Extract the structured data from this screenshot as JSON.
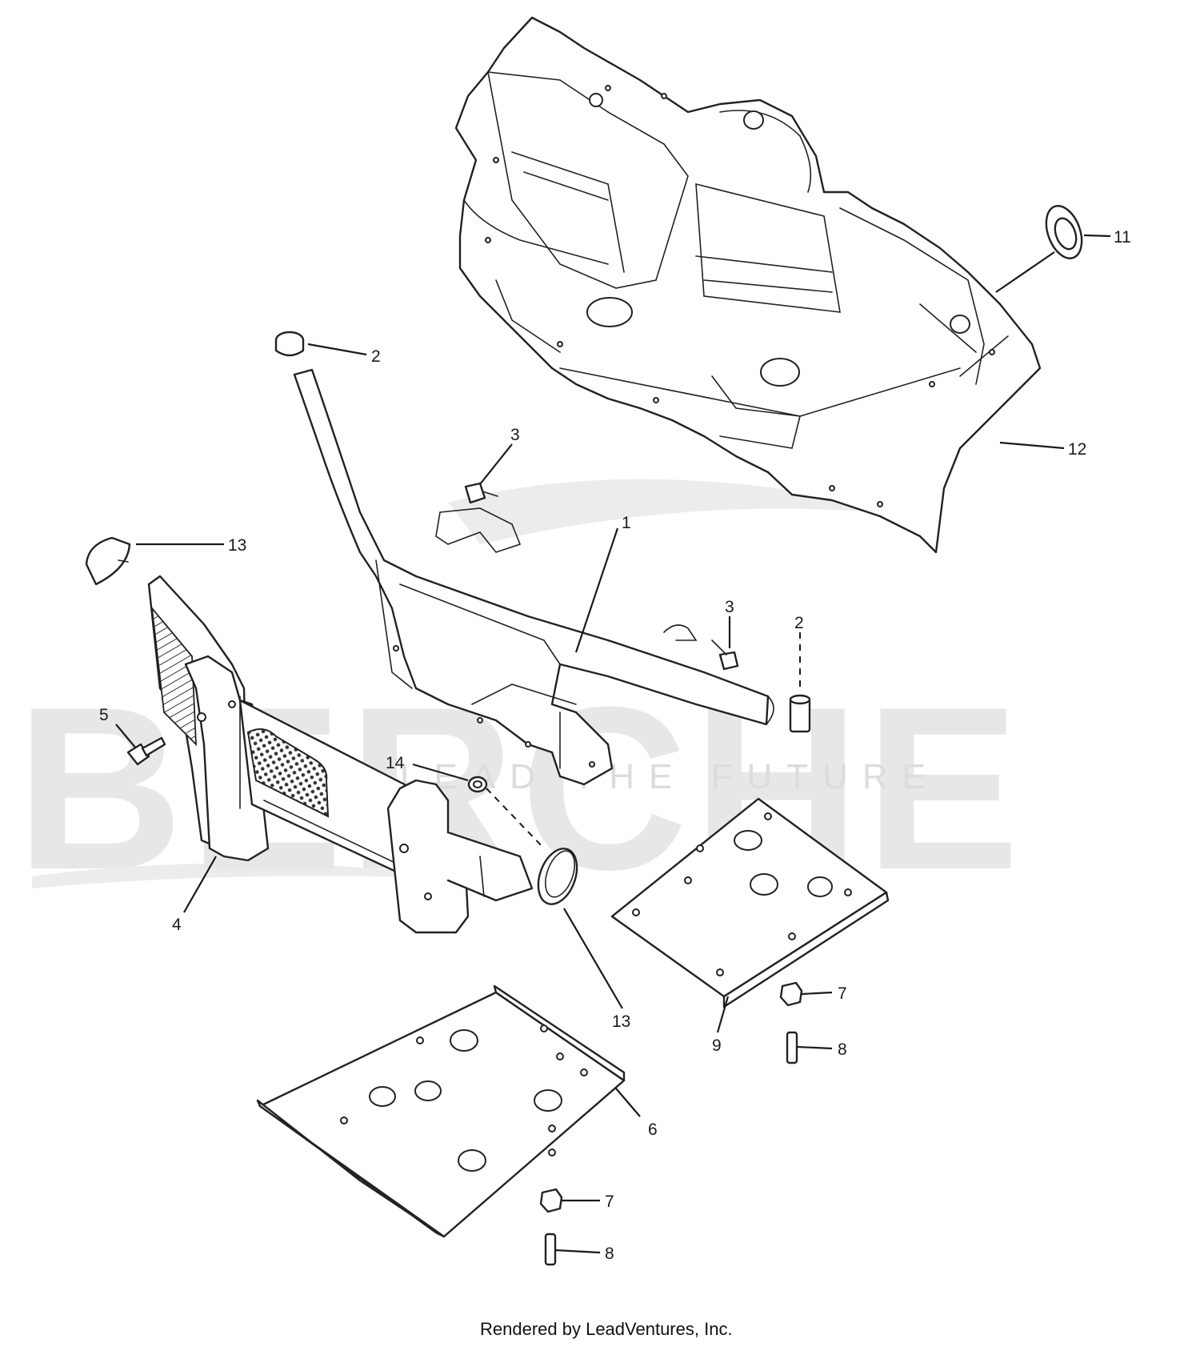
{
  "diagram": {
    "watermark": {
      "text": "BERCHE",
      "tagline": "LEAD THE FUTURE"
    },
    "footer": "Rendered by LeadVentures, Inc.",
    "callouts": [
      {
        "id": "c1",
        "label": "1"
      },
      {
        "id": "c2a",
        "label": "2"
      },
      {
        "id": "c2b",
        "label": "2"
      },
      {
        "id": "c3a",
        "label": "3"
      },
      {
        "id": "c3b",
        "label": "3"
      },
      {
        "id": "c4",
        "label": "4"
      },
      {
        "id": "c5",
        "label": "5"
      },
      {
        "id": "c6",
        "label": "6"
      },
      {
        "id": "c7a",
        "label": "7"
      },
      {
        "id": "c7b",
        "label": "7"
      },
      {
        "id": "c8a",
        "label": "8"
      },
      {
        "id": "c8b",
        "label": "8"
      },
      {
        "id": "c9",
        "label": "9"
      },
      {
        "id": "c11",
        "label": "11"
      },
      {
        "id": "c12",
        "label": "12"
      },
      {
        "id": "c13a",
        "label": "13"
      },
      {
        "id": "c13b",
        "label": "13"
      },
      {
        "id": "c14",
        "label": "14"
      }
    ]
  }
}
